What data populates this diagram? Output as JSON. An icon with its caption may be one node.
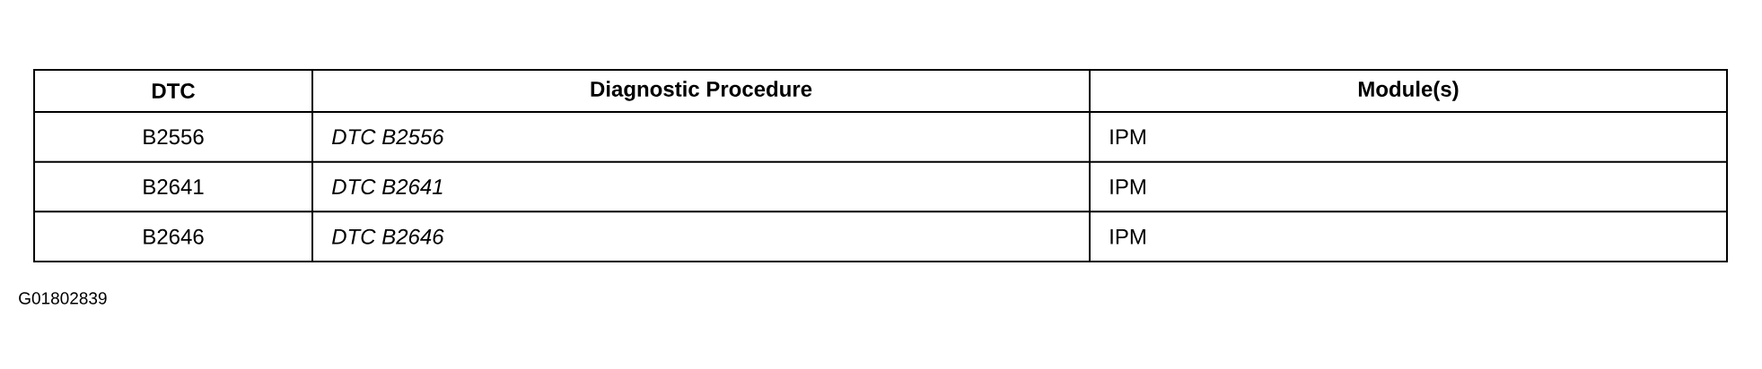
{
  "diagram": {
    "labels": [
      "DTC",
      "Diagnostic Procedure",
      "Module(s)",
      "B2556",
      "DTC B2556",
      "IPM",
      "B2641",
      "DTC B2641",
      "IPM",
      "B2646",
      "DTC B2646",
      "IPM",
      "G01802839"
    ]
  }
}
